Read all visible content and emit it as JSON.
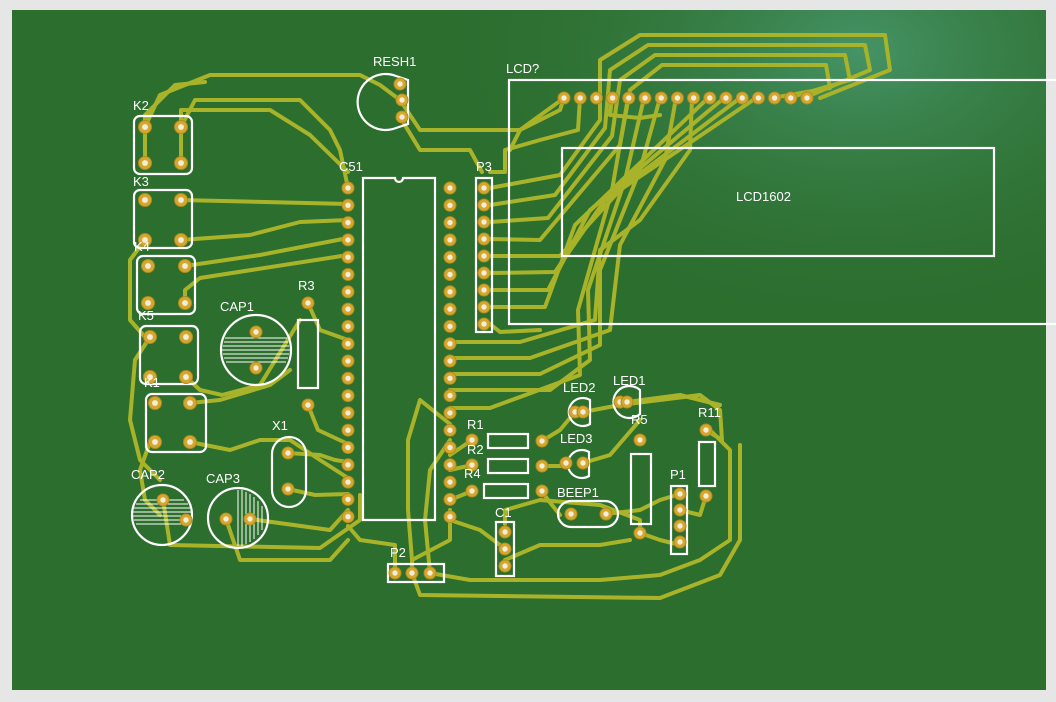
{
  "colors": {
    "board": "#2c6e2e",
    "trace": "#a9b32a",
    "pad": "#d4a830",
    "silkscreen": "#ffffff"
  },
  "components": {
    "resh1": "RESH1",
    "lcd_header": "LCD?",
    "lcd_module": "LCD1602",
    "k2": "K2",
    "k3": "K3",
    "k4": "K4",
    "k5": "K5",
    "k1": "K1",
    "c51": "C51",
    "p3": "P3",
    "cap1": "CAP1",
    "r3": "R3",
    "x1": "X1",
    "cap2": "CAP2",
    "cap3": "CAP3",
    "p2": "P2",
    "r1": "R1",
    "r2": "R2",
    "r4": "R4",
    "c1": "C1",
    "led2": "LED2",
    "led1": "LED1",
    "led3": "LED3",
    "r5": "R5",
    "r11": "R11",
    "beep1": "BEEP1",
    "p1": "P1"
  }
}
